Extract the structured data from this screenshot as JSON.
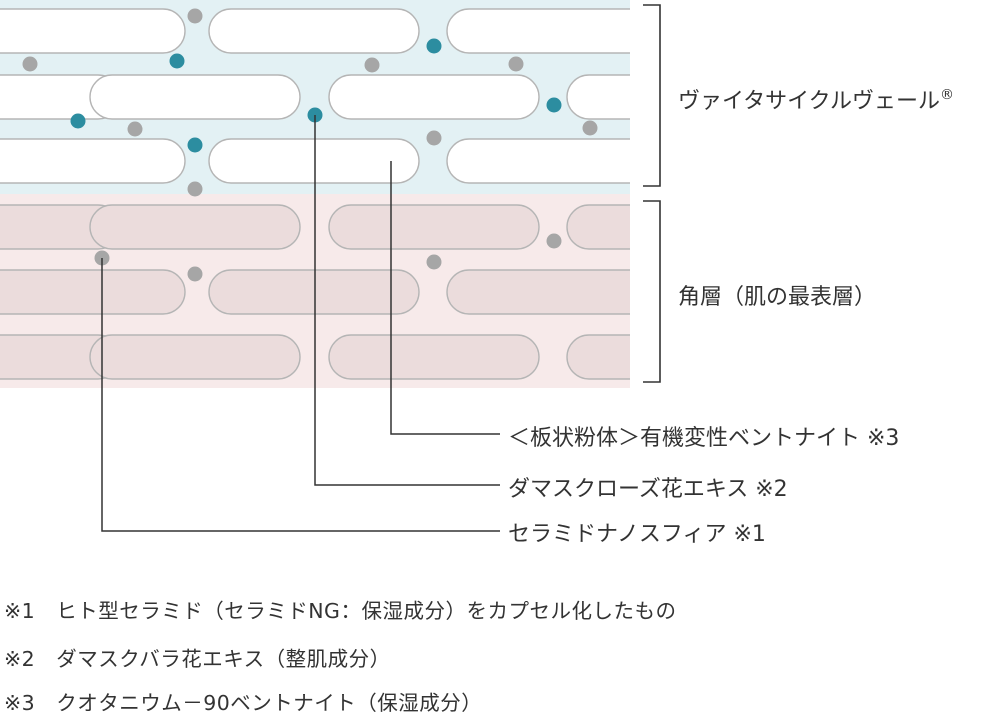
{
  "colors": {
    "veil_bg": "#e3f1f4",
    "skin_bg": "#f7eaea",
    "veil_capsule": "#ffffff",
    "skin_capsule": "#ebdcdc",
    "capsule_stroke": "#b5b5b5",
    "teal_dot": "#2c8da0",
    "gray_dot": "#a6a6a6",
    "line": "#333333"
  },
  "layers": {
    "veil": {
      "label": "ヴァイタサイクルヴェール",
      "mark": "®"
    },
    "skin": {
      "label": "角層（肌の最表層）"
    }
  },
  "callouts": [
    {
      "text": "＜板状粉体＞有機変性ベントナイト ※3"
    },
    {
      "text": "ダマスクローズ花エキス ※2"
    },
    {
      "text": "セラミドナノスフィア ※1"
    }
  ],
  "notes": [
    "※1　ヒト型セラミド（セラミドNG：保湿成分）をカプセル化したもの",
    "※2　ダマスクバラ花エキス（整肌成分）",
    "※3　クオタニウム－90ベントナイト（保湿成分）"
  ]
}
